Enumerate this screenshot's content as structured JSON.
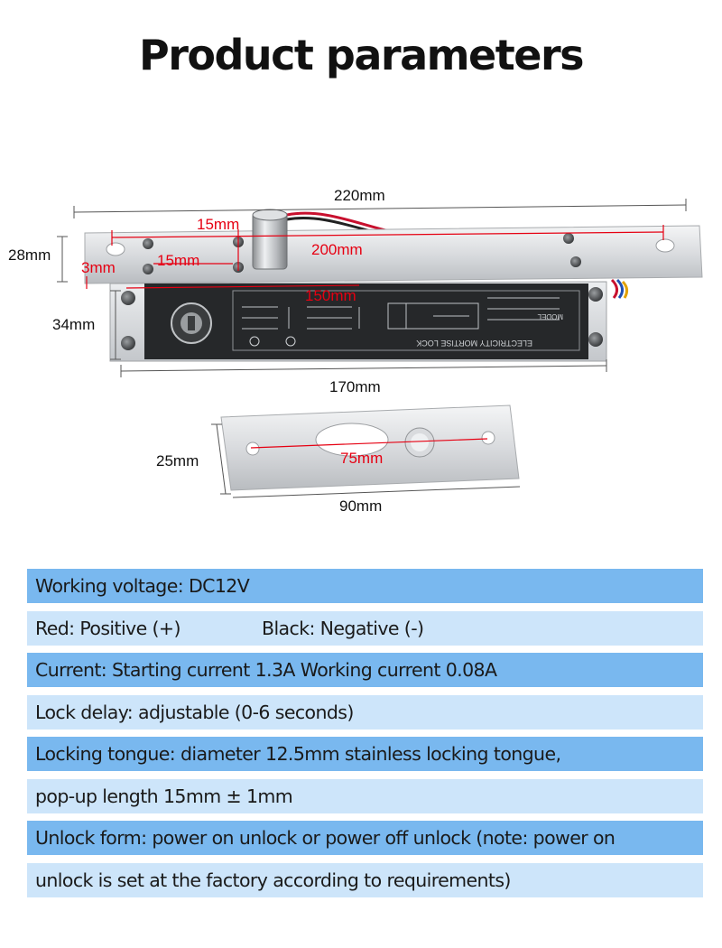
{
  "title": "Product parameters",
  "dimensions": {
    "top_width": "220mm",
    "bolt_width": "15mm",
    "hole_spacing": "200mm",
    "plate_height": "28mm",
    "edge_offset": "3mm",
    "hole_offset": "15mm",
    "body_width": "150mm",
    "body_height": "34mm",
    "body_length": "170mm",
    "strike_height": "25mm",
    "strike_hole_spacing": "75mm",
    "strike_length": "90mm"
  },
  "lock_labels": {
    "brand": "ELECTRICITY MORTISE LOCK",
    "model": "MODEL"
  },
  "specs": [
    {
      "text": "Working voltage: DC12V"
    },
    {
      "text": "Red: Positive (+)",
      "text2": "Black: Negative (-)"
    },
    {
      "text": "Current: Starting current 1.3A Working current 0.08A"
    },
    {
      "text": "Lock delay: adjustable (0-6 seconds)"
    },
    {
      "text": "Locking tongue: diameter 12.5mm stainless locking tongue,"
    },
    {
      "text": "pop-up length 15mm ± 1mm"
    },
    {
      "text": "Unlock form: power on unlock or power off unlock (note: power on"
    },
    {
      "text": "unlock is set at the factory according to requirements)"
    }
  ],
  "colors": {
    "row_dark": "#79b8ef",
    "row_light": "#cde5fa",
    "dimension_red": "#e60012"
  }
}
